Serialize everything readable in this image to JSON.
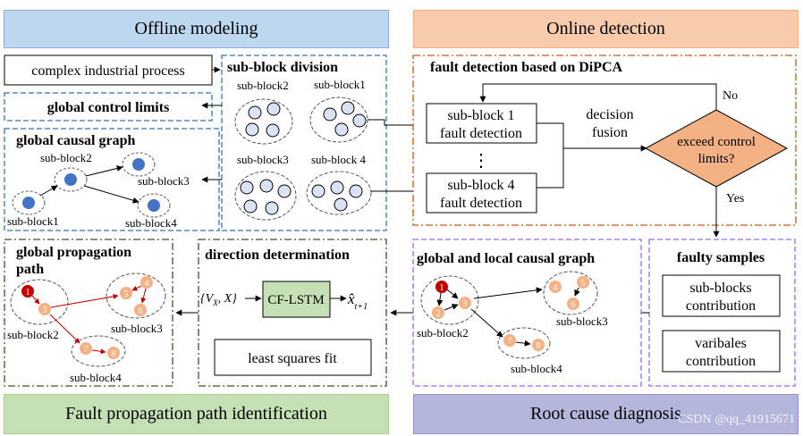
{
  "banners": {
    "offline": "Offline modeling",
    "online": "Online detection",
    "fault_path": "Fault propagation path identification",
    "root_cause": "Root cause diagnosis"
  },
  "colors": {
    "blue_banner": "#bdd7ee",
    "orange_banner": "#f8cbad",
    "green_banner": "#c5e0b4",
    "purple_banner": "#b4b6dc",
    "blue_dash": "#2e75b6",
    "orange_dash": "#c55a11",
    "green_dash": "#385723",
    "purple_dash": "#9966ff",
    "node_fill": "#4472c4",
    "light_node": "#dae3f3",
    "diamond_fill": "#f4b183",
    "cf_lstm_fill": "#c5e0b4",
    "orange_node": "#f4b183",
    "red_node": "#c00000",
    "red_arrow": "#c00000"
  },
  "offline": {
    "complex_process": "complex industrial process",
    "global_limits": "global control limits",
    "causal_graph_title": "global causal graph",
    "division_title": "sub-block division",
    "labels": {
      "sb1": "sub-block1",
      "sb2": "sub-block2",
      "sb3": "sub-block3",
      "sb4": "sub-block4",
      "div_sb2": "sub-block2",
      "div_sb1": "sub-block1",
      "div_sb3": "sub-block3",
      "div_sb4": "sub-block 4"
    }
  },
  "online": {
    "title": "fault detection based on DiPCA",
    "block1_line1": "sub-block 1",
    "block1_line2": "fault detection",
    "dots": "⋮",
    "block4_line1": "sub-block 4",
    "block4_line2": "fault detection",
    "fusion_line1": "decision",
    "fusion_line2": "fusion",
    "diamond_line1": "exceed control",
    "diamond_line2": "limits?",
    "no": "No",
    "yes": "Yes"
  },
  "diagnosis": {
    "faulty_title": "faulty samples",
    "subblock_contrib_line1": "sub-blocks",
    "subblock_contrib_line2": "contribution",
    "var_contrib_line1": "varibales",
    "var_contrib_line2": "contribution",
    "causal_title": "global and local causal graph",
    "labels": {
      "sb2": "sub-block2",
      "sb3": "sub-block3",
      "sb4": "sub-block4"
    },
    "nodes": [
      "1",
      "2",
      "3",
      "4",
      "5",
      "6",
      "7",
      "8"
    ]
  },
  "direction": {
    "title": "direction determination",
    "input": "{V",
    "input_sub": "X",
    "input_tail": ", X}",
    "model": "CF-LSTM",
    "output": "x̂",
    "output_sub": "t+1",
    "lsf": "least squares fit"
  },
  "propagation": {
    "title_line1": "global propagation",
    "title_line2": "path",
    "labels": {
      "sb2": "sub-block2",
      "sb3": "sub-block3",
      "sb4": "sub-block4"
    },
    "nodes": [
      "1",
      "3",
      "4",
      "5",
      "6",
      "7",
      "8"
    ]
  },
  "watermark": "CSDN @qq_41915671"
}
